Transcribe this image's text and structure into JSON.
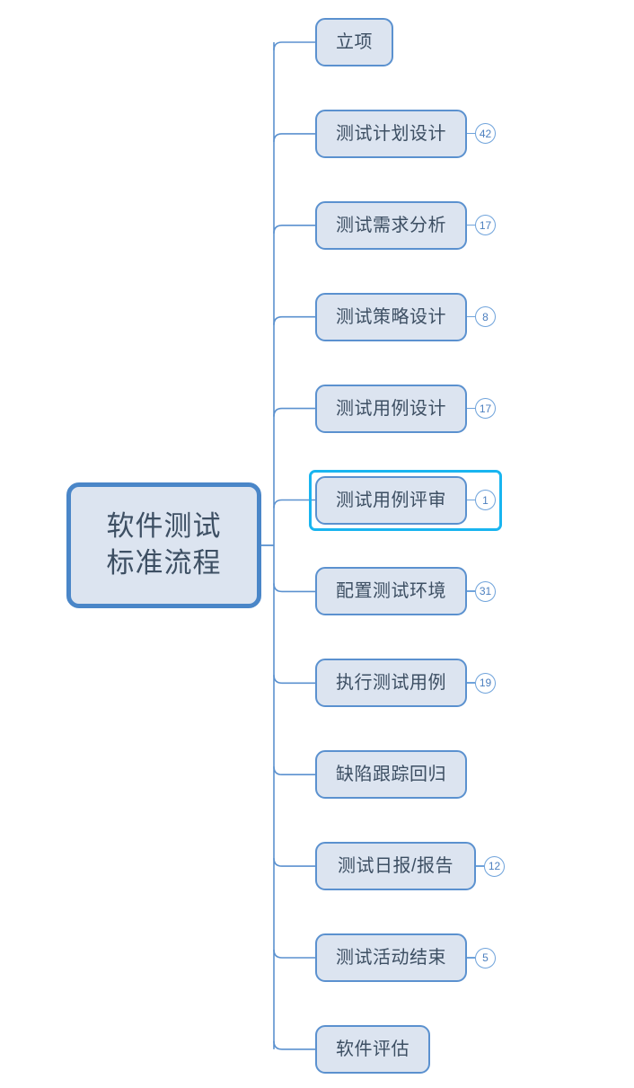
{
  "diagram": {
    "type": "mind-map",
    "orientation": "left-to-right",
    "root": {
      "label": "软件测试\n标准流程",
      "fill_color": "#DCE4F0",
      "border_color": "#4A86C8",
      "text_color": "#3D4F63"
    },
    "style": {
      "node_fill": "#DCE4F0",
      "node_border": "#5B91CF",
      "node_text": "#3D4F63",
      "connector_color": "#5B91CF",
      "badge_border": "#6FA3DB",
      "badge_text": "#4C7FBF",
      "selection_color": "#19B5F0",
      "background": "#FFFFFF"
    },
    "nodes": [
      {
        "label": "立项",
        "badge": "",
        "selected": false
      },
      {
        "label": "测试计划设计",
        "badge": "42",
        "selected": false
      },
      {
        "label": "测试需求分析",
        "badge": "17",
        "selected": false
      },
      {
        "label": "测试策略设计",
        "badge": "8",
        "selected": false
      },
      {
        "label": "测试用例设计",
        "badge": "17",
        "selected": false
      },
      {
        "label": "测试用例评审",
        "badge": "1",
        "selected": true
      },
      {
        "label": "配置测试环境",
        "badge": "31",
        "selected": false
      },
      {
        "label": "执行测试用例",
        "badge": "19",
        "selected": false
      },
      {
        "label": "缺陷跟踪回归",
        "badge": "",
        "selected": false
      },
      {
        "label": "测试日报/报告",
        "badge": "12",
        "selected": false
      },
      {
        "label": "测试活动结束",
        "badge": "5",
        "selected": false
      },
      {
        "label": "软件评估",
        "badge": "",
        "selected": false
      }
    ]
  }
}
